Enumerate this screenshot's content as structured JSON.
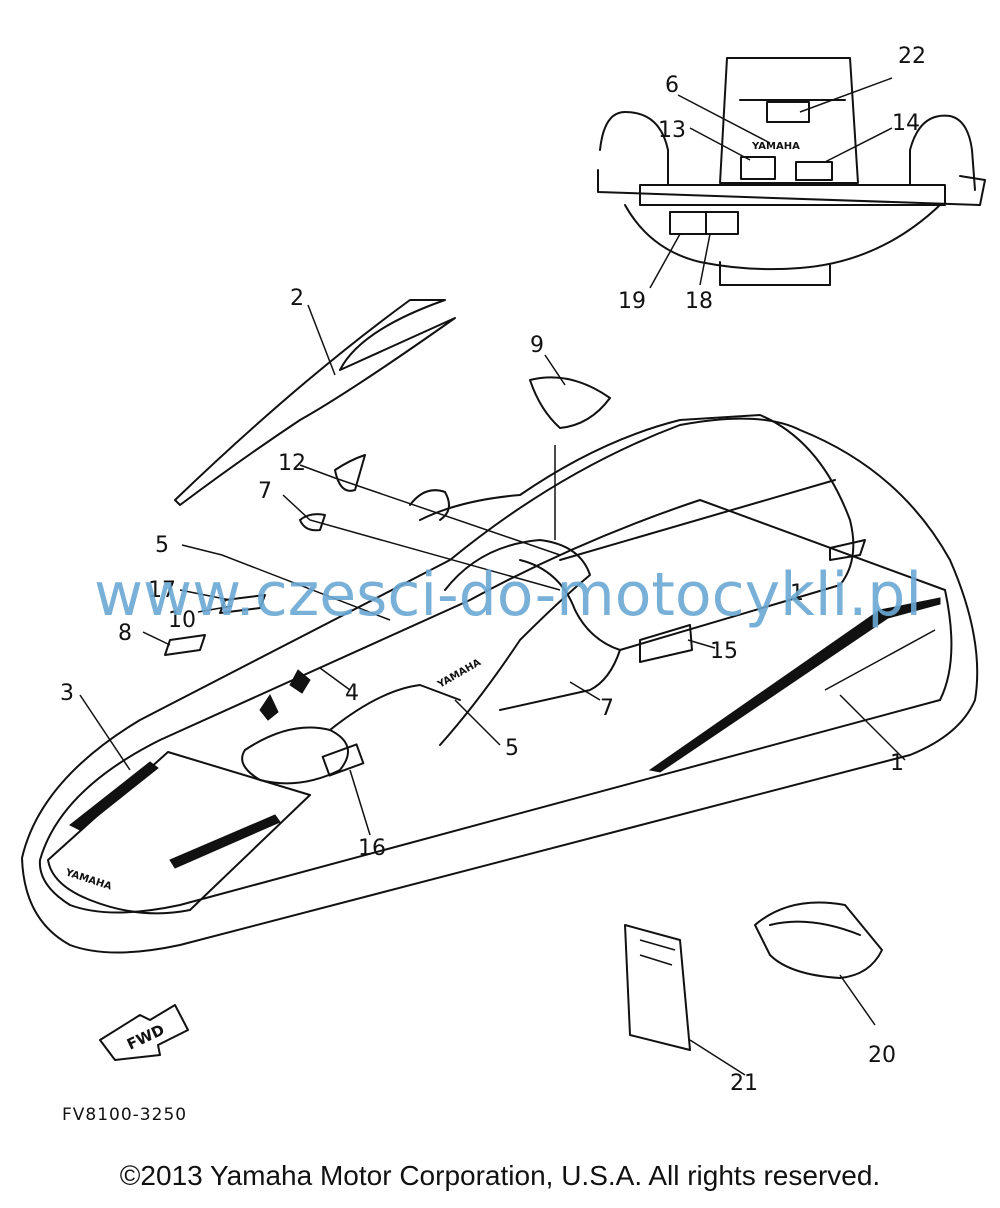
{
  "callouts": [
    "1",
    "1",
    "2",
    "3",
    "4",
    "5",
    "5",
    "6",
    "7",
    "7",
    "8",
    "9",
    "10",
    "12",
    "13",
    "14",
    "15",
    "16",
    "17",
    "18",
    "19",
    "20",
    "21",
    "22"
  ],
  "decals": {
    "brand_engine": "YAMAHA",
    "brand_bow": "YAMAHA",
    "brand_side": "YAMAHA",
    "fwd": "FWD"
  },
  "diagram_code": "FV8100-3250",
  "watermark": "www.czesci-do-motocykli.pl",
  "copyright": "©2013 Yamaha Motor Corporation, U.S.A. All rights reserved.",
  "colors": {
    "watermark": "#6aa8d4",
    "ink": "#111111"
  }
}
